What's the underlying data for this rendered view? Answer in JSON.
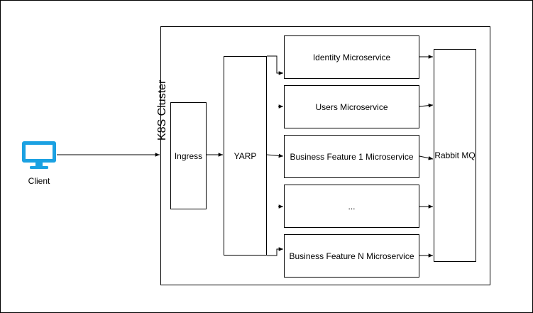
{
  "client": {
    "label": "Client",
    "icon": "monitor-icon",
    "color": "#1ba1e2"
  },
  "cluster": {
    "label": "K8S Cluster"
  },
  "ingress": {
    "label": "Ingress"
  },
  "yarp": {
    "label": "YARP"
  },
  "services": [
    {
      "label": "Identity Microservice"
    },
    {
      "label": "Users Microservice"
    },
    {
      "label": "Business Feature 1 Microservice"
    },
    {
      "label": "..."
    },
    {
      "label": "Business Feature N Microservice"
    }
  ],
  "rabbit": {
    "label": "Rabbit MQ"
  }
}
